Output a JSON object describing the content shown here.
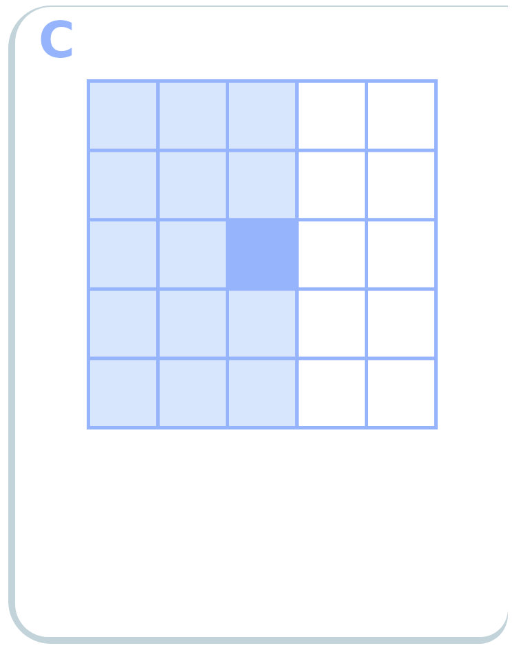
{
  "figure": {
    "label": "C"
  },
  "grid": {
    "rows": 5,
    "cols": 5,
    "cells": [
      [
        "shaded",
        "shaded",
        "shaded",
        "empty",
        "empty"
      ],
      [
        "shaded",
        "shaded",
        "shaded",
        "empty",
        "empty"
      ],
      [
        "shaded",
        "shaded",
        "highlight",
        "empty",
        "empty"
      ],
      [
        "shaded",
        "shaded",
        "shaded",
        "empty",
        "empty"
      ],
      [
        "shaded",
        "shaded",
        "shaded",
        "empty",
        "empty"
      ]
    ],
    "colors": {
      "empty": "#ffffff",
      "shaded": "#d7e6fd",
      "highlight": "#96b4fb",
      "border": "#96b4fb",
      "card_shadow": "#c3d3da"
    }
  }
}
